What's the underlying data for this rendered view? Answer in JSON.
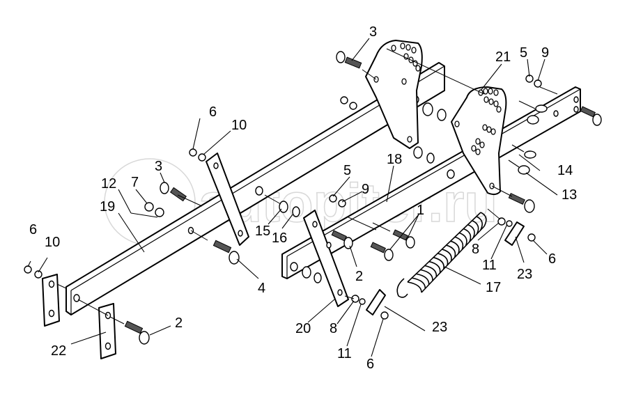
{
  "diagram": {
    "type": "exploded-parts-view",
    "subject": "frame bars with adjustment plates, tension spring and fasteners",
    "watermark": "autopiter.ru",
    "callouts": [
      {
        "id": "c3-top",
        "label": "3"
      },
      {
        "id": "c21",
        "label": "21"
      },
      {
        "id": "c5-top",
        "label": "5"
      },
      {
        "id": "c9-top",
        "label": "9"
      },
      {
        "id": "c6-mid",
        "label": "6"
      },
      {
        "id": "c10-mid",
        "label": "10"
      },
      {
        "id": "c3-left",
        "label": "3"
      },
      {
        "id": "c12",
        "label": "12"
      },
      {
        "id": "c7",
        "label": "7"
      },
      {
        "id": "c19",
        "label": "19"
      },
      {
        "id": "c18",
        "label": "18"
      },
      {
        "id": "c5-mid",
        "label": "5"
      },
      {
        "id": "c9-mid",
        "label": "9"
      },
      {
        "id": "c14",
        "label": "14"
      },
      {
        "id": "c13",
        "label": "13"
      },
      {
        "id": "c1",
        "label": "1"
      },
      {
        "id": "c15",
        "label": "15"
      },
      {
        "id": "c16",
        "label": "16"
      },
      {
        "id": "c6-left",
        "label": "6"
      },
      {
        "id": "c10-left",
        "label": "10"
      },
      {
        "id": "c4",
        "label": "4"
      },
      {
        "id": "c2-mid",
        "label": "2"
      },
      {
        "id": "c8-right",
        "label": "8"
      },
      {
        "id": "c11-right",
        "label": "11"
      },
      {
        "id": "c23-right",
        "label": "23"
      },
      {
        "id": "c6-right",
        "label": "6"
      },
      {
        "id": "c17",
        "label": "17"
      },
      {
        "id": "c2-bottom",
        "label": "2"
      },
      {
        "id": "c22",
        "label": "22"
      },
      {
        "id": "c20",
        "label": "20"
      },
      {
        "id": "c8-bottom",
        "label": "8"
      },
      {
        "id": "c11-bottom",
        "label": "11"
      },
      {
        "id": "c23-bottom",
        "label": "23"
      },
      {
        "id": "c6-bottom",
        "label": "6"
      }
    ]
  }
}
